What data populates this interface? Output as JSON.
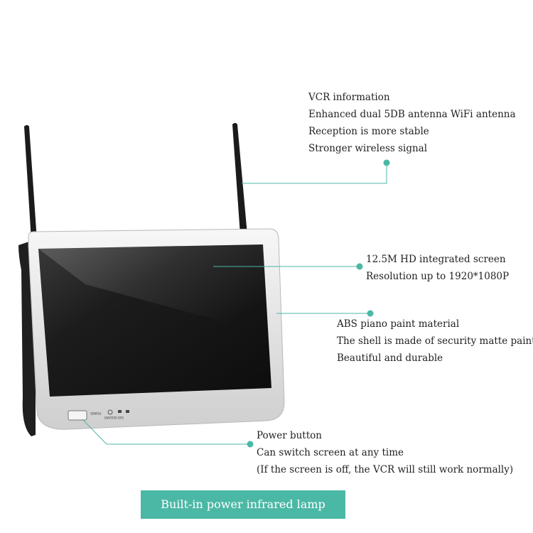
{
  "callouts": {
    "vcr": {
      "lines": [
        "VCR information",
        "Enhanced dual 5DB antenna WiFi antenna",
        "Reception is more stable",
        "Stronger wireless signal"
      ]
    },
    "screen": {
      "lines": [
        "12.5M HD integrated screen",
        "Resolution up to 1920*1080P"
      ]
    },
    "abs": {
      "lines": [
        "ABS piano paint material",
        "The shell is made of security matte paint",
        "Beautiful and durable"
      ]
    },
    "power": {
      "lines": [
        "Power button",
        "Can switch screen at any time",
        "(If the screen is off, the VCR will still work normally)"
      ]
    }
  },
  "device": {
    "bezel_labels": [
      "POWER",
      "SSD RESOWR"
    ]
  },
  "banner": {
    "label": "Built-in power infrared lamp"
  },
  "colors": {
    "accent": "#4bb8a6",
    "antenna": "#1a1a1a",
    "bezel": "#e8e8e8",
    "screen": "#151515"
  }
}
